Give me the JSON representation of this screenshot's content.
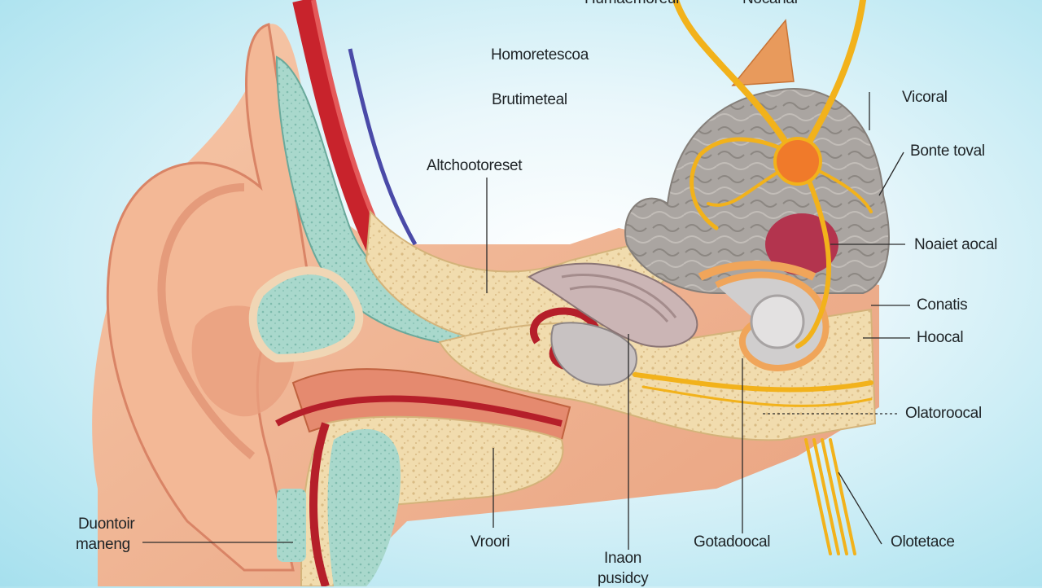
{
  "labels": {
    "top_left_cut": "Humaemoreul",
    "top_right_cut": "Nocanal",
    "homoretescoa": "Homoretescoa",
    "brutimeteal": "Brutimeteal",
    "altchootoreset": "Altchootoreset",
    "vicoral": "Vicoral",
    "bonte_toval": "Bonte toval",
    "noaiet_aocal": "Noaiet aocal",
    "conatis": "Conatis",
    "hoocal": "Hoocal",
    "olatoroocal": "Olatoroocal",
    "duontoir": "Duontoir",
    "maneng": "maneng",
    "vroori": "Vroori",
    "inaon": "Inaon",
    "pusidcy": "pusidcy",
    "gotadoocal": "Gotadoocal",
    "olotetace": "Olotetace"
  },
  "colors": {
    "background": "#bfe9f3",
    "skin": "#f2b592",
    "skin_shadow": "#d98466",
    "bone": "#f1dcae",
    "teal": "#8ec9bd",
    "nerve": "#f2b21b",
    "brain_gray": "#a9a4a0",
    "artery_red": "#c8232c",
    "vein_blue": "#4a4aa8"
  }
}
